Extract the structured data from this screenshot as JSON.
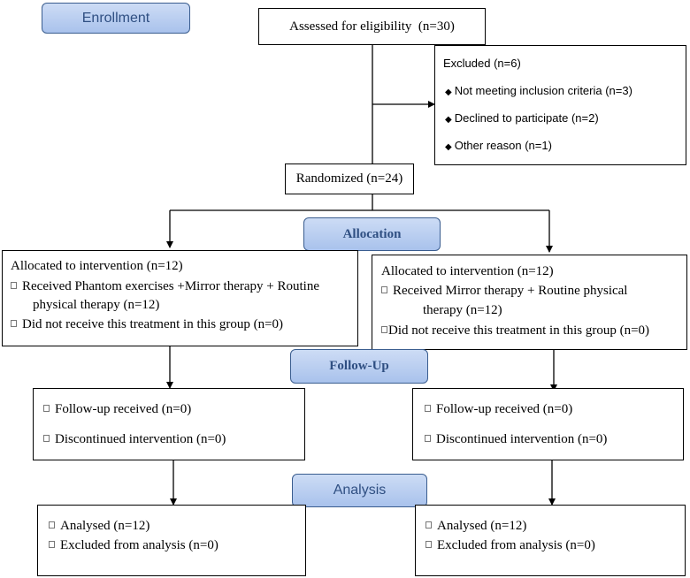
{
  "stages": {
    "enrollment": "Enrollment",
    "allocation": "Allocation",
    "follow_up": "Follow-Up",
    "analysis": "Analysis"
  },
  "assessed": "Assessed for eligibility  (n=30)",
  "excluded": {
    "title": "Excluded (n=6)",
    "items": [
      "Not meeting inclusion criteria (n=3)",
      "Declined to participate (n=2)",
      "Other reason (n=1)"
    ]
  },
  "randomized": "Randomized (n=24)",
  "left_allocation": {
    "title": "Allocated to intervention (n=12)",
    "received_line1": "Received Phantom exercises +Mirror therapy + Routine",
    "received_line2": "physical therapy (n=12)",
    "not_received": "Did not receive this treatment in this group (n=0)"
  },
  "right_allocation": {
    "title": "Allocated to intervention (n=12)",
    "received_line1": "Received Mirror therapy + Routine physical",
    "received_line2": "therapy (n=12)",
    "not_received": "Did not receive this treatment in this group (n=0)"
  },
  "left_followup": {
    "received": "Follow-up received (n=0)",
    "discontinued": "Discontinued intervention (n=0)"
  },
  "right_followup": {
    "received": "Follow-up received (n=0)",
    "discontinued": "Discontinued intervention (n=0)"
  },
  "left_analysis": {
    "analysed": "Analysed (n=12)",
    "excluded": "Excluded from analysis (n=0)"
  },
  "right_analysis": {
    "analysed": "Analysed (n=12)",
    "excluded": "Excluded from analysis (n=0)"
  },
  "colors": {
    "stage_fill": "#b9cdf0",
    "stage_border": "#3a5d8f",
    "stage_text": "#2f4f82",
    "line": "#000000"
  }
}
